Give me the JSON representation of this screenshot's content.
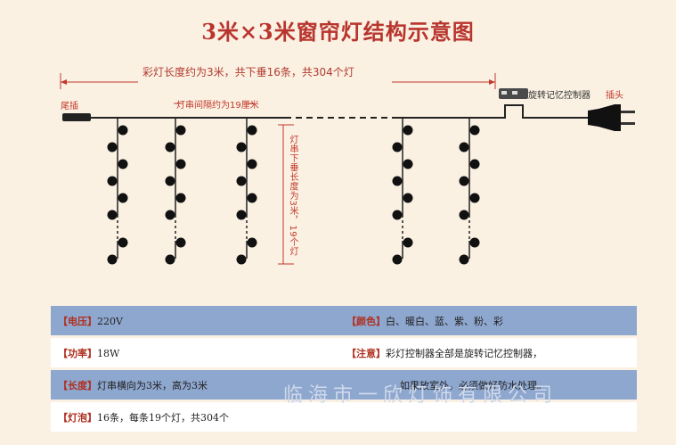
{
  "title": "3米×3米窗帘灯结构示意图",
  "labels": {
    "overall_width": "彩灯长度约为3米，共下垂16条，共304个灯",
    "tail_plug": "尾插",
    "spacing": "灯串间隔约为19厘米",
    "drop_length": "灯串下垂长度为3米，19个灯",
    "controller": "旋转记忆控制器",
    "plug": "插头"
  },
  "specs": [
    {
      "key": "【电压】",
      "value": "220V",
      "key2": "【颜色】",
      "value2": "白、暖白、蓝、紫、粉、彩"
    },
    {
      "key": "【功率】",
      "value": "18W",
      "key2": "【注意】",
      "value2": "彩灯控制器全部是旋转记忆控制器，"
    },
    {
      "key": "【长度】",
      "value": "灯串横向为3米，高为3米",
      "key2": "",
      "value2": "如果放室外，必须做好防水处理。"
    },
    {
      "key": "【灯泡】",
      "value": "16条，每条19个灯，共304个",
      "key2": "",
      "value2": ""
    }
  ],
  "watermark": "临海市一欣灯饰有限公司",
  "colors": {
    "title": "#b8352e",
    "label": "#c0392b",
    "row_blue": "#8ea7cf",
    "background": "#fbf1e3"
  }
}
